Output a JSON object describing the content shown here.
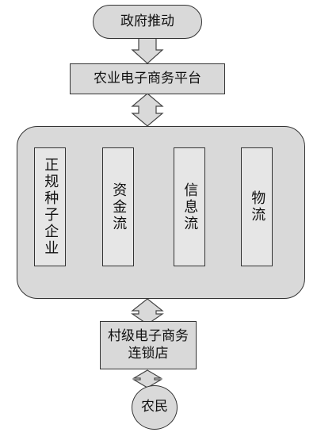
{
  "nodes": {
    "government": "政府推动",
    "platform": "农业电子商务平台",
    "chain_store_line1": "村级电子商务",
    "chain_store_line2": "连锁店",
    "farmer": "农民"
  },
  "elements": [
    {
      "key": "seed_company",
      "label": "正规种子企业"
    },
    {
      "key": "capital_flow",
      "label": "资金流"
    },
    {
      "key": "information_flow",
      "label": "信息流"
    },
    {
      "key": "logistics",
      "label": "物流"
    }
  ],
  "links": [
    {
      "from": "政府推动",
      "to": "农业电子商务平台",
      "arrow": "down"
    },
    {
      "from": "农业电子商务平台",
      "to": "正规种子企业 / 资金流 / 信息流 / 物流",
      "arrow": "both"
    },
    {
      "from": "正规种子企业 / 资金流 / 信息流 / 物流",
      "to": "村级电子商务连锁店",
      "arrow": "both"
    },
    {
      "from": "村级电子商务连锁店",
      "to": "农民",
      "arrow": "both"
    }
  ],
  "colors": {
    "box_fill": "#d9d9d9",
    "inner_box_fill": "#e6e6e6",
    "border": "#333333"
  }
}
